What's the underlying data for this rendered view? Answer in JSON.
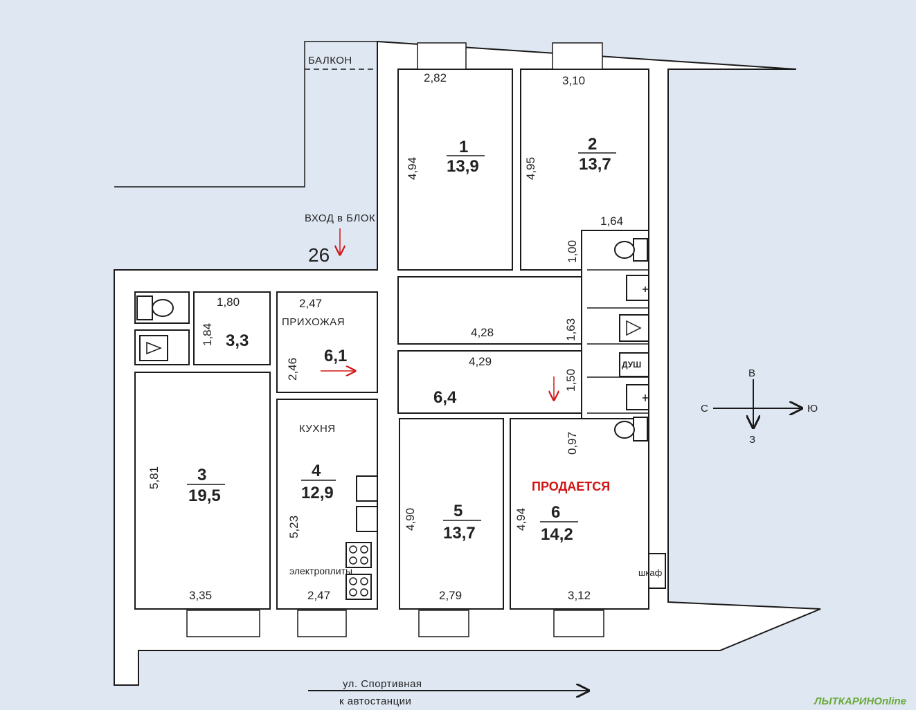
{
  "labels": {
    "balcony": "БАЛКОН",
    "entry": "ВХОД в БЛОК",
    "apt_number": "26",
    "hallway": "ПРИХОЖАЯ",
    "kitchen": "КУХНЯ",
    "shower": "ДУШ",
    "stoves": "электроплиты",
    "closet": "шкаф",
    "for_sale": "ПРОДАЕТСЯ",
    "street": "ул. Спортивная",
    "to_bus_station": "к автостанции",
    "watermark": "ЛЫТКАРИНОnline"
  },
  "compass": {
    "n": "В",
    "w": "С",
    "e": "Ю",
    "s": "З"
  },
  "rooms": [
    {
      "num": "1",
      "area": "13,9"
    },
    {
      "num": "2",
      "area": "13,7"
    },
    {
      "num": "3",
      "area": "19,5"
    },
    {
      "num": "4",
      "area": "12,9"
    },
    {
      "num": "5",
      "area": "13,7"
    },
    {
      "num": "6",
      "area": "14,2"
    }
  ],
  "areas": {
    "wc": "3,3",
    "hall": "6,1",
    "corridor": "6,4"
  },
  "dims": {
    "r1_top": "2,82",
    "r1_side": "4,94",
    "r2_top": "3,10",
    "r2_side": "4,95",
    "bath_w": "1,64",
    "bath_h1": "1,00",
    "bath_h2": "1,63",
    "bath_h3": "1,50",
    "bath_h4": "0,97",
    "corr1": "4,28",
    "corr2": "4,29",
    "wc_w": "1,80",
    "wc_h": "1,84",
    "hall_w": "2,47",
    "hall_h": "2,46",
    "r3_side": "5,81",
    "r3_bottom": "3,35",
    "r4_side": "5,23",
    "r4_bottom": "2,47",
    "r5_side": "4,90",
    "r5_bottom": "2,79",
    "r6_side": "4,94",
    "r6_bottom": "3,12"
  },
  "colors": {
    "arrow_red": "#d21414",
    "for_sale_red": "#d21414",
    "background": "#dfe7f2"
  }
}
